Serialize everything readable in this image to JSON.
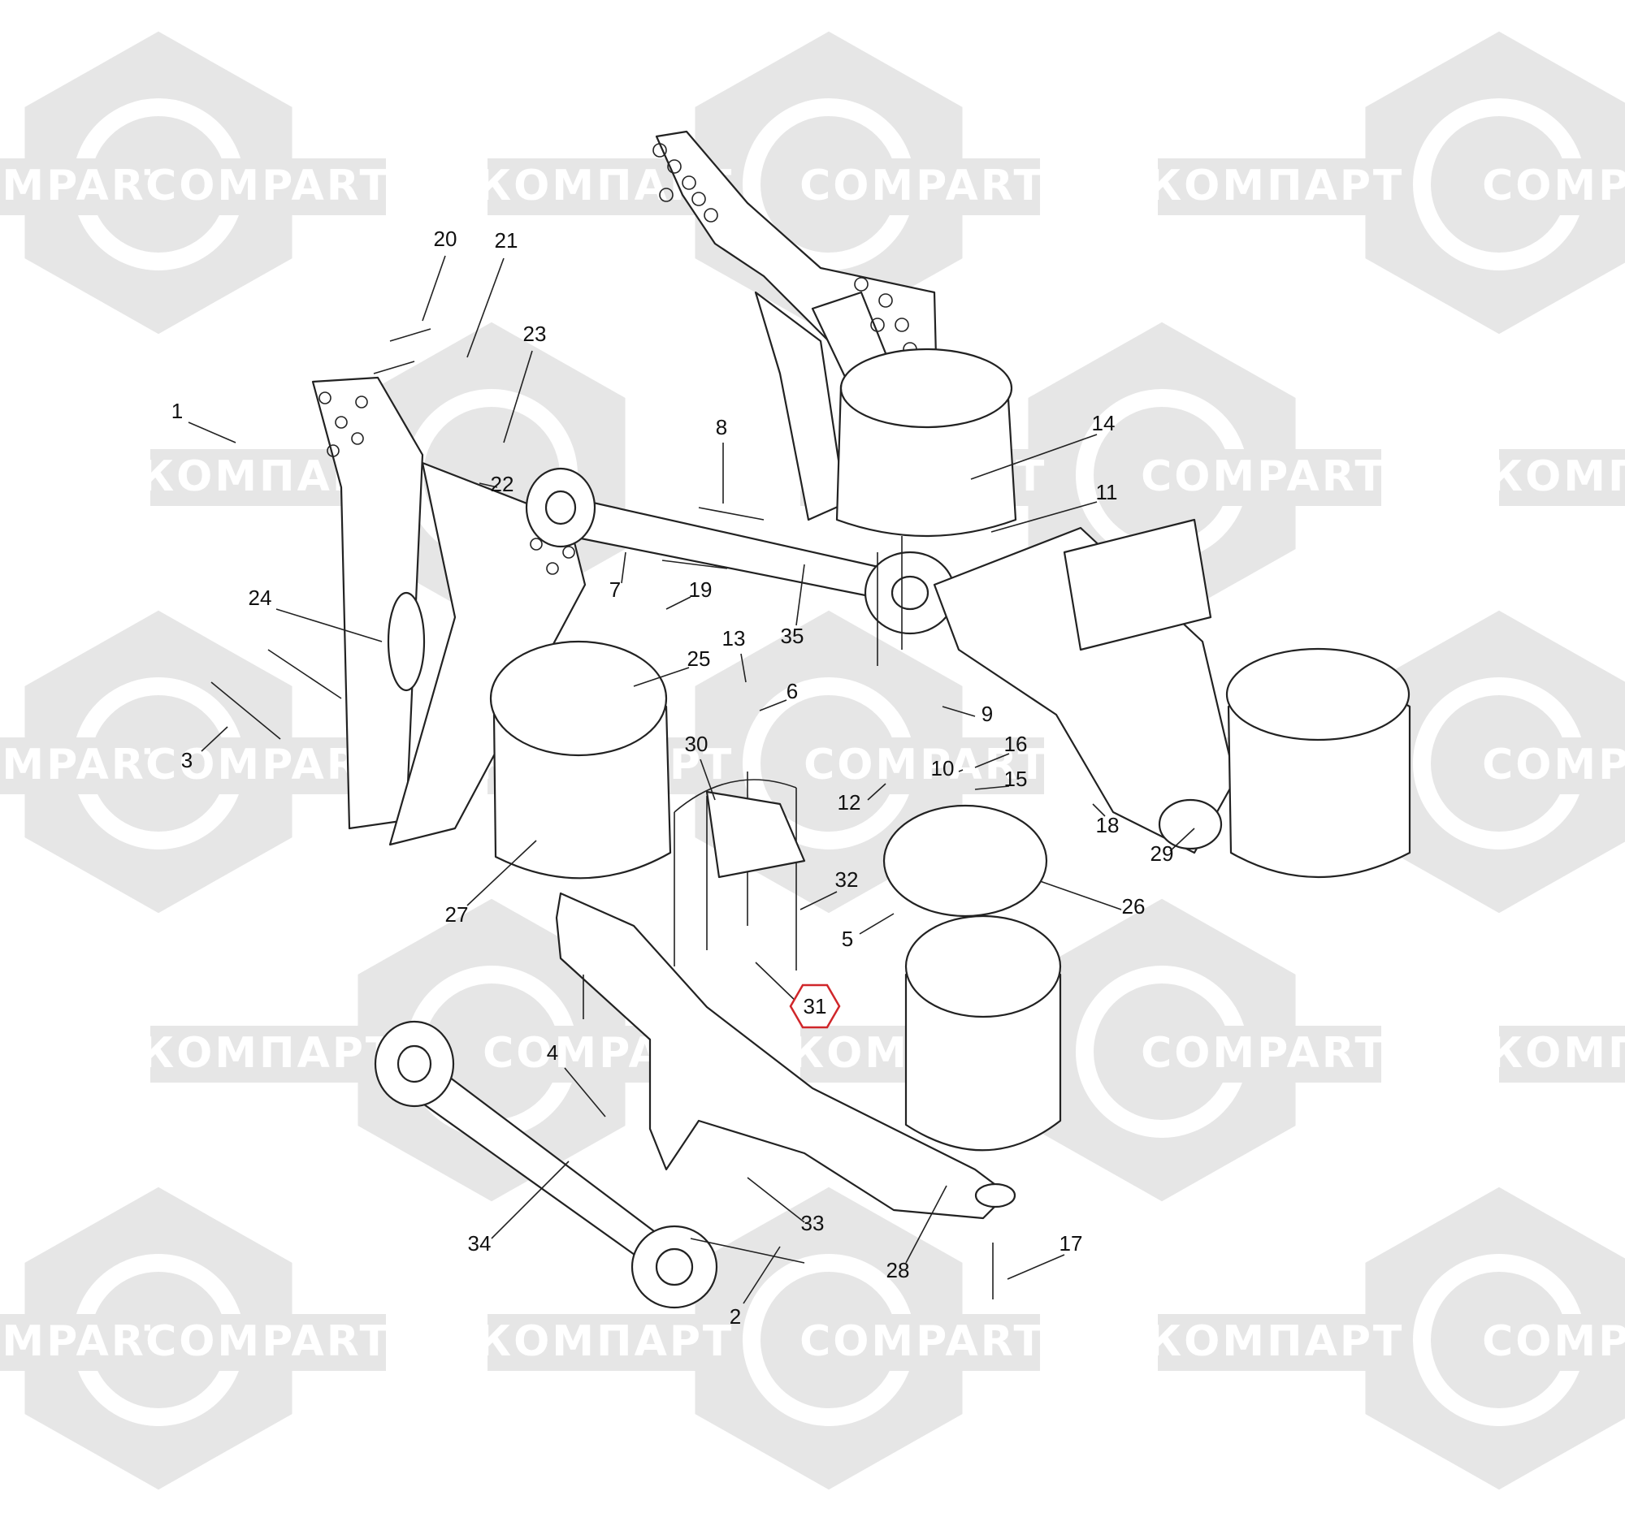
{
  "watermark": {
    "text_cyrillic": "КОМПАРТ",
    "text_latin": "COMPART",
    "color": "#e6e6e6"
  },
  "highlight_color": "#d0262a",
  "callouts": [
    {
      "id": "1",
      "label": "1"
    },
    {
      "id": "2",
      "label": "2"
    },
    {
      "id": "3",
      "label": "3"
    },
    {
      "id": "4",
      "label": "4"
    },
    {
      "id": "5",
      "label": "5"
    },
    {
      "id": "6",
      "label": "6"
    },
    {
      "id": "7",
      "label": "7"
    },
    {
      "id": "8",
      "label": "8"
    },
    {
      "id": "9",
      "label": "9"
    },
    {
      "id": "10",
      "label": "10"
    },
    {
      "id": "11",
      "label": "11"
    },
    {
      "id": "12",
      "label": "12"
    },
    {
      "id": "13",
      "label": "13"
    },
    {
      "id": "14",
      "label": "14"
    },
    {
      "id": "15",
      "label": "15"
    },
    {
      "id": "16",
      "label": "16"
    },
    {
      "id": "17",
      "label": "17"
    },
    {
      "id": "18",
      "label": "18"
    },
    {
      "id": "19",
      "label": "19"
    },
    {
      "id": "20",
      "label": "20"
    },
    {
      "id": "21",
      "label": "21"
    },
    {
      "id": "22",
      "label": "22"
    },
    {
      "id": "23",
      "label": "23"
    },
    {
      "id": "24",
      "label": "24"
    },
    {
      "id": "25",
      "label": "25"
    },
    {
      "id": "26",
      "label": "26"
    },
    {
      "id": "27",
      "label": "27"
    },
    {
      "id": "28",
      "label": "28"
    },
    {
      "id": "29",
      "label": "29"
    },
    {
      "id": "30",
      "label": "30"
    },
    {
      "id": "31",
      "label": "31",
      "highlighted": true
    },
    {
      "id": "32",
      "label": "32"
    },
    {
      "id": "33",
      "label": "33"
    },
    {
      "id": "34",
      "label": "34"
    },
    {
      "id": "35",
      "label": "35"
    }
  ]
}
